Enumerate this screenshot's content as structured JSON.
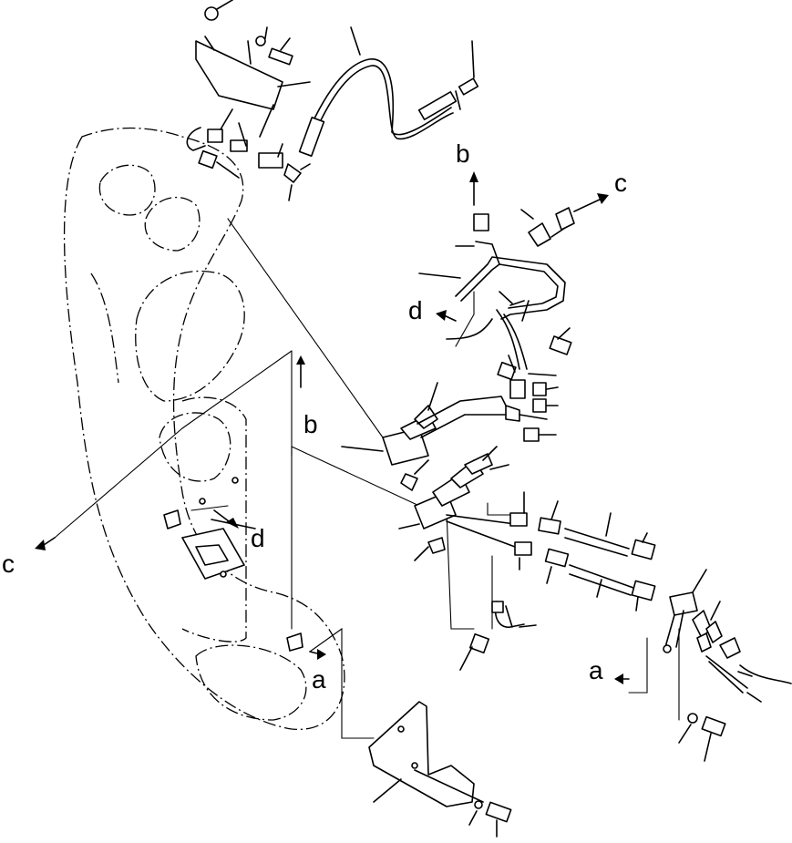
{
  "diagram": {
    "labels": {
      "a_left": "a",
      "a_right": "a",
      "b_top": "b",
      "b_mid": "b",
      "c_left": "c",
      "c_right": "c",
      "d_left": "d",
      "d_mid": "d"
    }
  }
}
